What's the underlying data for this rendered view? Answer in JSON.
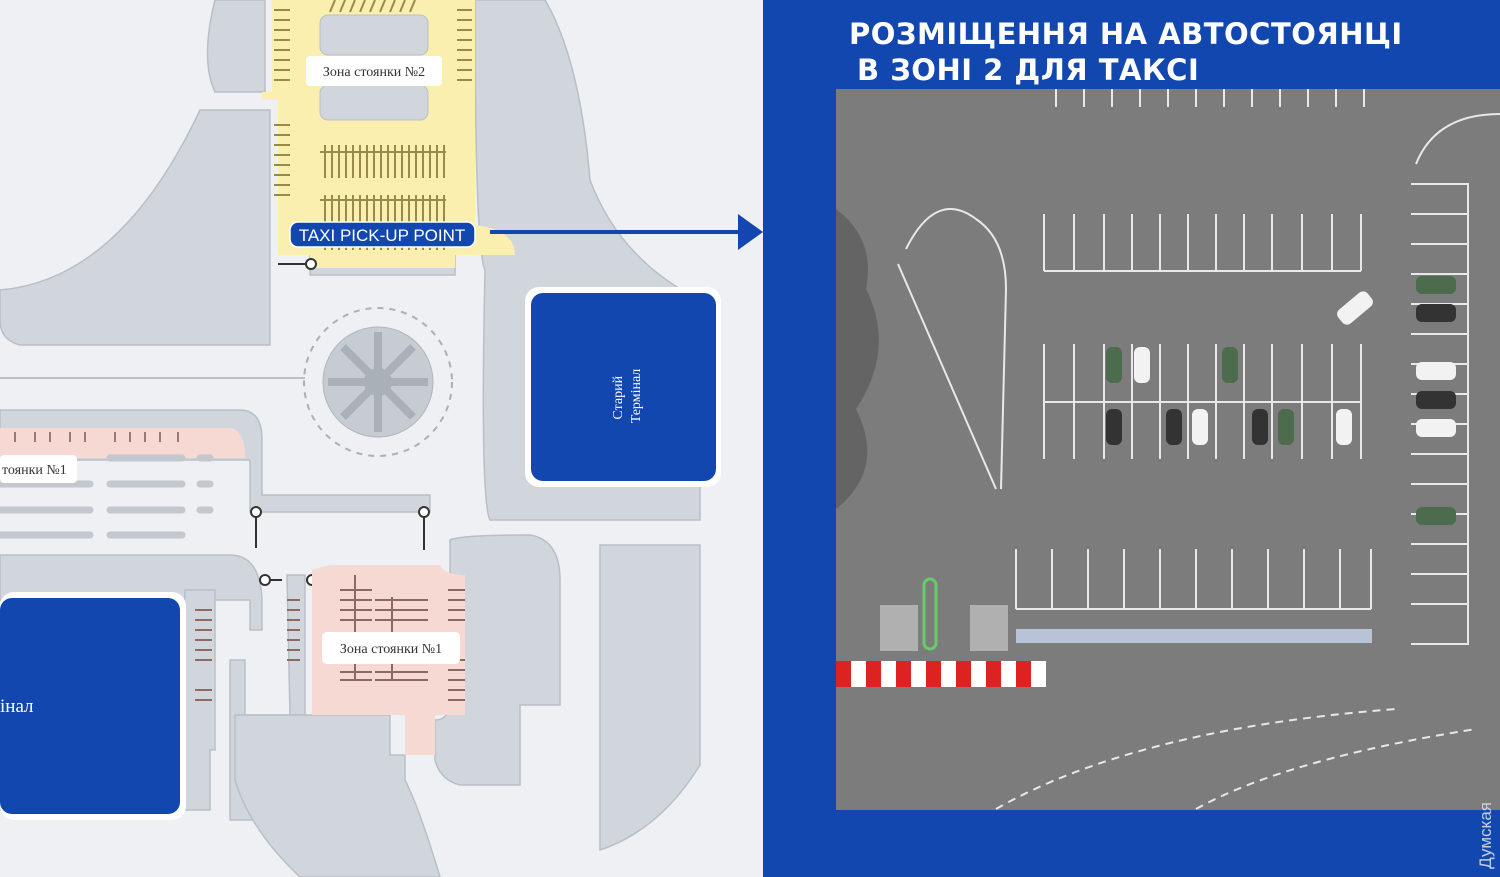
{
  "map": {
    "zone2_label": "Зона стоянки №2",
    "taxi_label": "TAXI PICK-UP POINT",
    "old_terminal_line1": "Старий",
    "old_terminal_line2": "Термінал",
    "zone1_left_label": "тоянки №1",
    "zone1_label": "Зона стоянки №1",
    "terminal_label": "інал"
  },
  "panel": {
    "title_line1": "РОЗМІЩЕННЯ НА АВТОСТОЯНЦІ",
    "title_line2": "В ЗОНІ 2 ДЛЯ ТАКСІ",
    "watermark": "Думская"
  },
  "colors": {
    "accent": "#1347b0",
    "road": "#d1d6dd",
    "zone2": "#fbefb0",
    "zone1": "#f6d9d2",
    "asphalt": "#7c7c7c"
  }
}
